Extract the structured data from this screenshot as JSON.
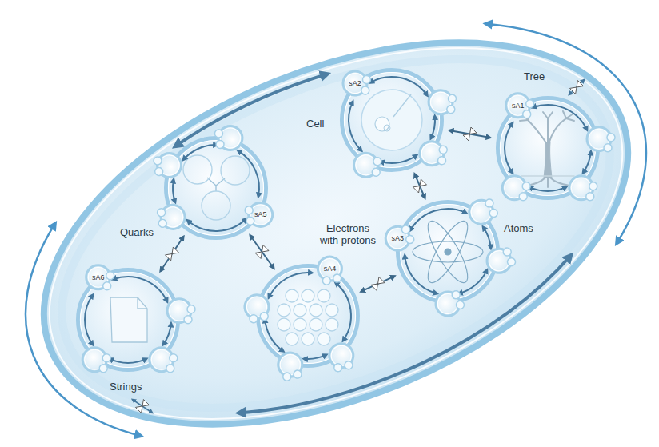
{
  "diagram": {
    "nodes": [
      {
        "text": [
          "sA1",
          "Tree"
        ]
      },
      {
        "text": [
          "sA2",
          "Cell"
        ]
      },
      {
        "text": [
          "sA3",
          "Atoms"
        ]
      },
      {
        "text": [
          "sA4",
          "Electrons with protons"
        ]
      },
      {
        "text": [
          "sA5",
          "Quarks"
        ]
      },
      {
        "text": [
          "sA6",
          "Strings"
        ]
      }
    ],
    "edges": [
      {
        "from": 1,
        "to": 0,
        "arrow": "both"
      },
      {
        "from": 1,
        "to": 2,
        "arrow": "both"
      },
      {
        "from": 4,
        "to": 3,
        "arrow": "both"
      },
      {
        "from": 3,
        "to": 2,
        "arrow": "both"
      },
      {
        "from": 4,
        "to": 5,
        "arrow": "both"
      }
    ]
  }
}
